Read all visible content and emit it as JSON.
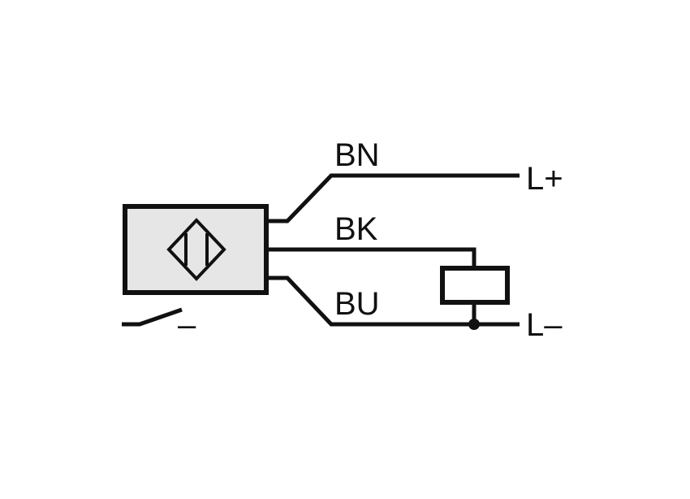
{
  "colors": {
    "line": "#111111",
    "sensor_fill": "#e6e6e6",
    "background": "#ffffff"
  },
  "wires": {
    "brown": {
      "label": "BN",
      "terminal": "L+"
    },
    "black": {
      "label": "BK"
    },
    "blue": {
      "label": "BU",
      "terminal": "L–"
    }
  },
  "contact": {
    "symbol": "–"
  },
  "sensor": {
    "icon": "inductive-sensor-icon"
  },
  "load": {
    "icon": "load-resistor-icon"
  }
}
